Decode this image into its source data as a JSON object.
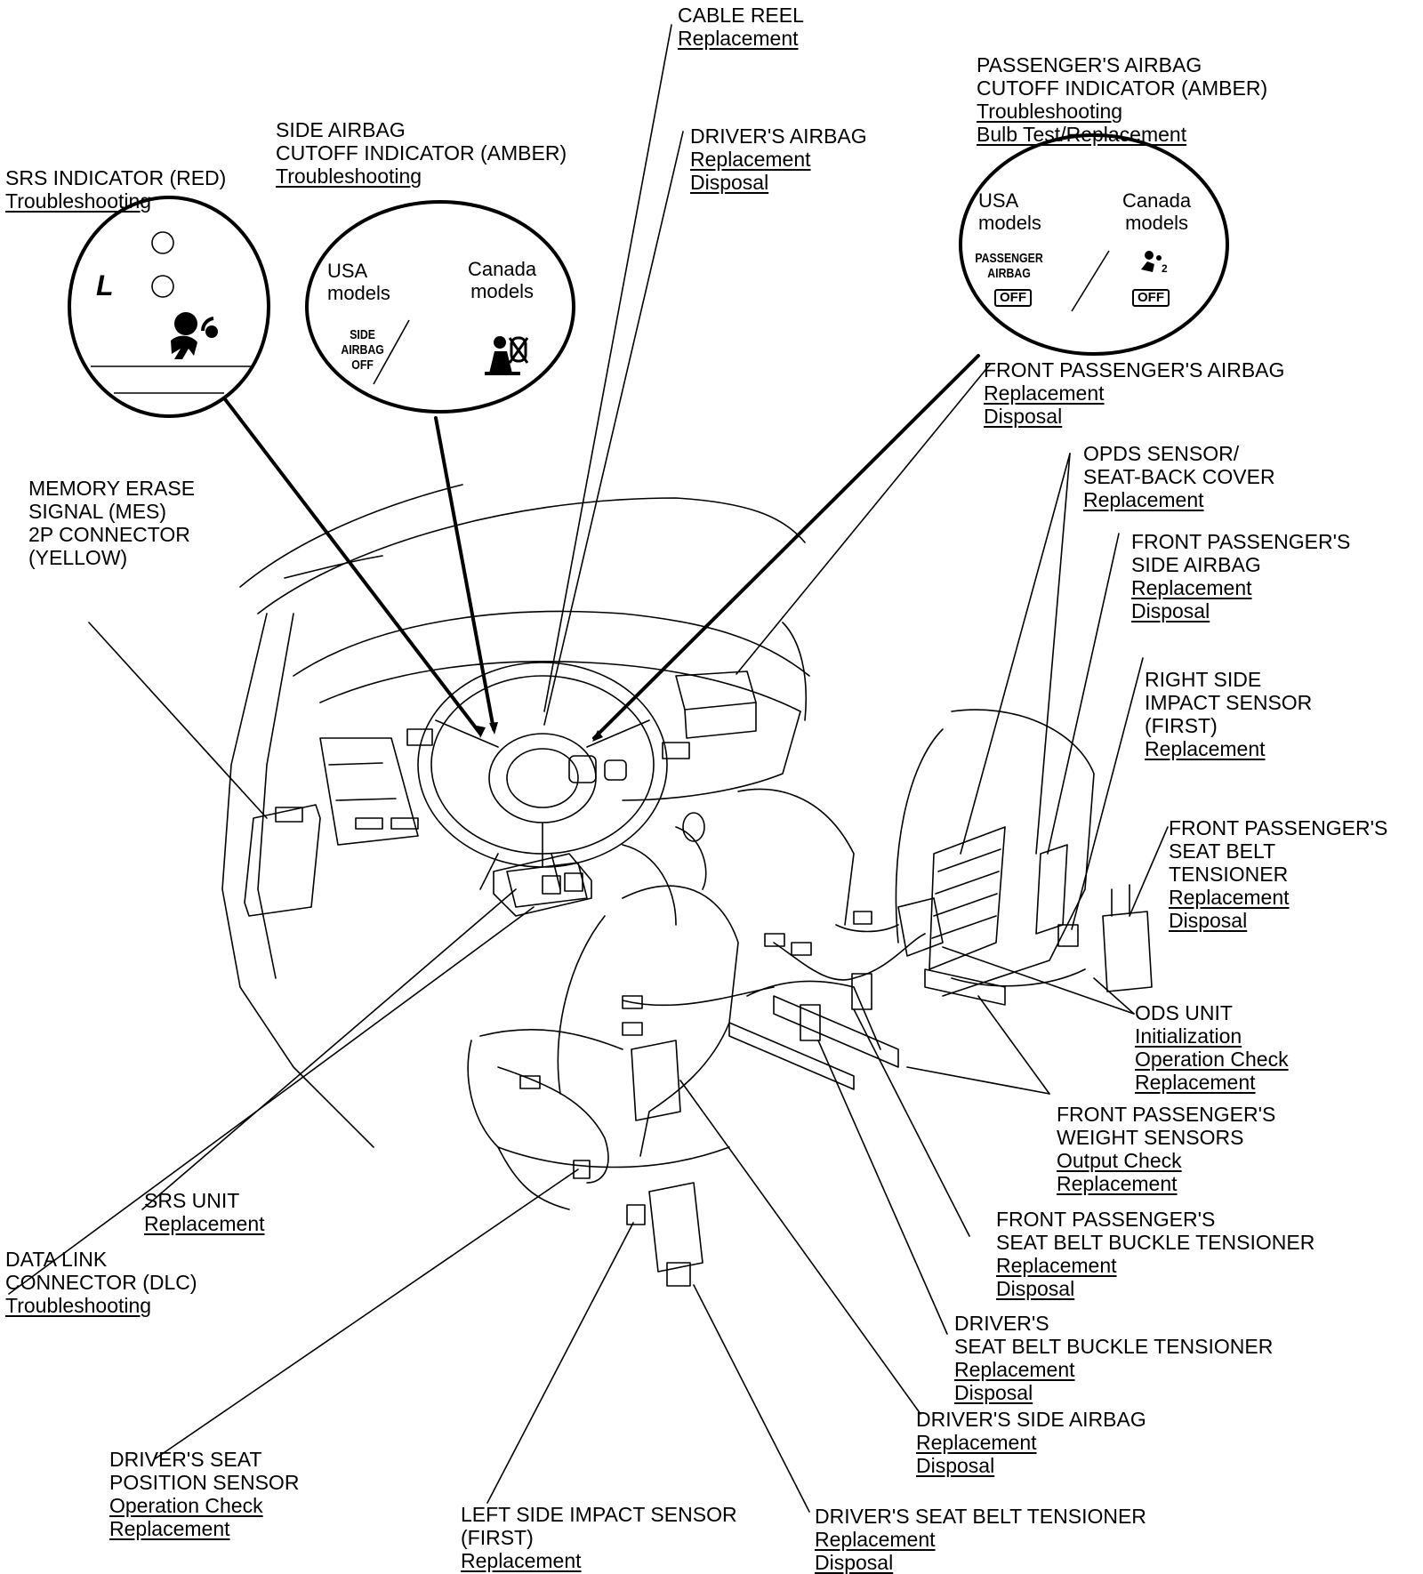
{
  "labels": {
    "cable_reel": {
      "title": [
        "CABLE REEL"
      ],
      "links": [
        "Replacement"
      ]
    },
    "drivers_airbag": {
      "title": [
        "DRIVER'S AIRBAG"
      ],
      "links": [
        "Replacement",
        "Disposal"
      ]
    },
    "passenger_cutoff": {
      "title": [
        "PASSENGER'S AIRBAG",
        "CUTOFF INDICATOR (AMBER)"
      ],
      "links": [
        "Troubleshooting",
        "Bulb Test/Replacement"
      ]
    },
    "side_cutoff": {
      "title": [
        "SIDE AIRBAG",
        "CUTOFF INDICATOR (AMBER)"
      ],
      "links": [
        "Troubleshooting"
      ]
    },
    "srs_indicator": {
      "title": [
        "SRS INDICATOR (RED)"
      ],
      "links": [
        "Troubleshooting"
      ]
    },
    "front_passenger_airbag": {
      "title": [
        "FRONT PASSENGER'S AIRBAG"
      ],
      "links": [
        "Replacement",
        "Disposal"
      ]
    },
    "opds_sensor": {
      "title": [
        "OPDS SENSOR/",
        "SEAT-BACK COVER"
      ],
      "links": [
        "Replacement"
      ]
    },
    "front_passenger_side_airbag": {
      "title": [
        "FRONT PASSENGER'S",
        "SIDE AIRBAG"
      ],
      "links": [
        "Replacement",
        "Disposal"
      ]
    },
    "mes_connector": {
      "title": [
        "MEMORY ERASE",
        "SIGNAL (MES)",
        "2P CONNECTOR",
        "(YELLOW)"
      ],
      "links": []
    },
    "right_side_impact": {
      "title": [
        "RIGHT SIDE",
        "IMPACT SENSOR",
        "(FIRST)"
      ],
      "links": [
        "Replacement"
      ]
    },
    "front_passenger_belt_tensioner": {
      "title": [
        "FRONT PASSENGER'S",
        "SEAT BELT",
        "TENSIONER"
      ],
      "links": [
        "Replacement",
        "Disposal"
      ]
    },
    "ods_unit": {
      "title": [
        "ODS UNIT"
      ],
      "links": [
        "Initialization",
        "Operation Check",
        "Replacement"
      ]
    },
    "weight_sensors": {
      "title": [
        "FRONT PASSENGER'S",
        "WEIGHT SENSORS"
      ],
      "links": [
        "Output Check",
        "Replacement"
      ]
    },
    "srs_unit": {
      "title": [
        "SRS UNIT"
      ],
      "links": [
        "Replacement"
      ]
    },
    "dlc": {
      "title": [
        "DATA LINK",
        "CONNECTOR (DLC)"
      ],
      "links": [
        "Troubleshooting"
      ]
    },
    "passenger_buckle_tensioner": {
      "title": [
        "FRONT PASSENGER'S",
        "SEAT BELT BUCKLE TENSIONER"
      ],
      "links": [
        "Replacement",
        "Disposal"
      ]
    },
    "driver_buckle_tensioner": {
      "title": [
        "DRIVER'S",
        "SEAT BELT BUCKLE TENSIONER"
      ],
      "links": [
        "Replacement",
        "Disposal"
      ]
    },
    "driver_side_airbag": {
      "title": [
        "DRIVER'S SIDE AIRBAG"
      ],
      "links": [
        "Replacement",
        "Disposal"
      ]
    },
    "driver_seat_position": {
      "title": [
        "DRIVER'S SEAT",
        "POSITION SENSOR"
      ],
      "links": [
        "Operation Check",
        "Replacement"
      ]
    },
    "left_side_impact": {
      "title": [
        "LEFT SIDE IMPACT SENSOR",
        "(FIRST)"
      ],
      "links": [
        "Replacement"
      ]
    },
    "driver_belt_tensioner": {
      "title": [
        "DRIVER'S SEAT BELT TENSIONER"
      ],
      "links": [
        "Replacement",
        "Disposal"
      ]
    }
  },
  "bubbles": {
    "side": {
      "usa": "USA\nmodels",
      "canada": "Canada\nmodels",
      "usa_indicator": "SIDE\nAIRBAG\nOFF"
    },
    "passenger": {
      "usa": "USA\nmodels",
      "canada": "Canada\nmodels",
      "usa_indicator": "PASSENGER\nAIRBAG",
      "off": "OFF",
      "canada_off": "OFF",
      "canada_sub": "2"
    },
    "srs": {
      "l_glyph": "L"
    }
  }
}
